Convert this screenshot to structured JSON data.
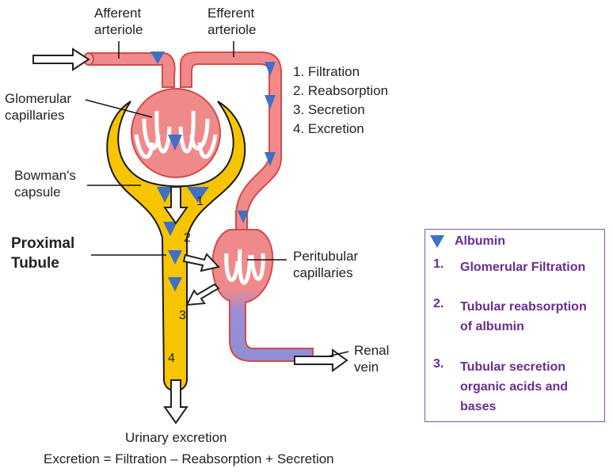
{
  "labels": {
    "afferent": [
      "Afferent",
      "arteriole"
    ],
    "efferent": [
      "Efferent",
      "arteriole"
    ],
    "glomerular": [
      "Glomerular",
      "capillaries"
    ],
    "bowman": [
      "Bowman's",
      "capsule"
    ],
    "proximal": [
      "Proximal",
      "Tubule"
    ],
    "peritubular": [
      "Peritubular",
      "capillaries"
    ],
    "renal_vein": [
      "Renal",
      "vein"
    ],
    "urinary": "Urinary excretion",
    "equation": "Excretion = Filtration – Reabsorption + Secretion"
  },
  "steps": [
    "1. Filtration",
    "2. Reabsorption",
    "3. Secretion",
    "4. Excretion"
  ],
  "step_markers": [
    "1",
    "2",
    "3",
    "4"
  ],
  "legend": {
    "title": "Albumin",
    "items": [
      {
        "n": "1.",
        "text": "Glomerular Filtration"
      },
      {
        "n": "2.",
        "text": "Tubular reabsorption of albumin"
      },
      {
        "n": "3.",
        "text": "Tubular secretion organic acids and bases"
      }
    ]
  },
  "colors": {
    "vessel_red": "#f08a8a",
    "vessel_stroke": "#d44a4a",
    "tubule_yellow": "#f7c500",
    "vein_blue": "#8e8ed6",
    "albumin_triangle": "#3f6fc7",
    "legend_text": "#6a2c91"
  }
}
